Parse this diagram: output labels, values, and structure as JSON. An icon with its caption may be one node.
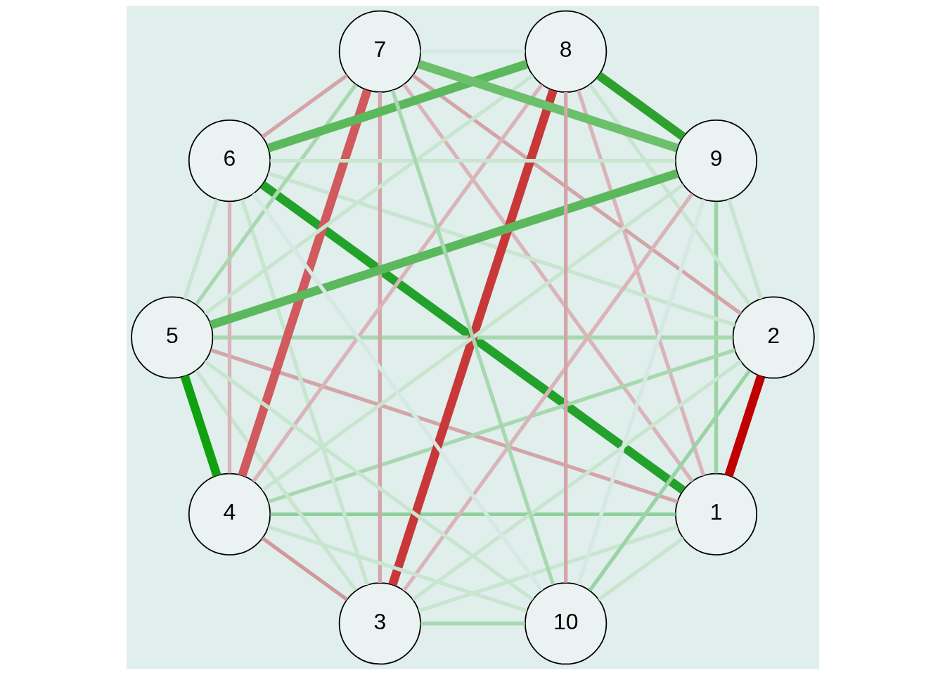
{
  "diagram": {
    "nodes": [
      {
        "text": [
          "1"
        ]
      },
      {
        "text": [
          "2"
        ]
      },
      {
        "text": [
          "3"
        ]
      },
      {
        "text": [
          "4"
        ]
      },
      {
        "text": [
          "5"
        ]
      },
      {
        "text": [
          "6"
        ]
      },
      {
        "text": [
          "7"
        ]
      },
      {
        "text": [
          "8"
        ]
      },
      {
        "text": [
          "9"
        ]
      },
      {
        "text": [
          "10"
        ]
      }
    ],
    "edges": [
      {
        "from": 0,
        "to": 1,
        "arrow": "none",
        "style": "thick",
        "color": "#c00000"
      },
      {
        "from": 0,
        "to": 2,
        "arrow": "none",
        "color": "#c8e6cf"
      },
      {
        "from": 0,
        "to": 3,
        "arrow": "none",
        "color": "#8fd19e"
      },
      {
        "from": 0,
        "to": 4,
        "arrow": "none",
        "color": "#d4a5a8"
      },
      {
        "from": 0,
        "to": 5,
        "arrow": "none",
        "style": "thick",
        "color": "#22a22a"
      },
      {
        "from": 0,
        "to": 6,
        "arrow": "none",
        "color": "#dab4b8"
      },
      {
        "from": 0,
        "to": 7,
        "arrow": "none",
        "color": "#dab4b8"
      },
      {
        "from": 0,
        "to": 8,
        "arrow": "none",
        "color": "#9ad4a4"
      },
      {
        "from": 0,
        "to": 9,
        "arrow": "none",
        "color": "#c8e6cf"
      },
      {
        "from": 1,
        "to": 2,
        "arrow": "none",
        "color": "#c8e6cf"
      },
      {
        "from": 1,
        "to": 3,
        "arrow": "none",
        "color": "#a8d8b0"
      },
      {
        "from": 1,
        "to": 4,
        "arrow": "none",
        "color": "#a8d8b0"
      },
      {
        "from": 1,
        "to": 5,
        "arrow": "none",
        "color": "#c8e6cf"
      },
      {
        "from": 1,
        "to": 6,
        "arrow": "none",
        "color": "#d4a5a8"
      },
      {
        "from": 1,
        "to": 7,
        "arrow": "none",
        "color": "#c8e6cf"
      },
      {
        "from": 1,
        "to": 8,
        "arrow": "none",
        "color": "#c8e6cf"
      },
      {
        "from": 1,
        "to": 9,
        "arrow": "none",
        "color": "#9ad4a4"
      },
      {
        "from": 2,
        "to": 3,
        "arrow": "none",
        "color": "#d09a9c"
      },
      {
        "from": 2,
        "to": 4,
        "arrow": "none",
        "color": "#c8e6cf"
      },
      {
        "from": 2,
        "to": 5,
        "arrow": "none",
        "color": "#c8e6cf"
      },
      {
        "from": 2,
        "to": 6,
        "arrow": "none",
        "color": "#d4a5a8"
      },
      {
        "from": 2,
        "to": 7,
        "arrow": "none",
        "style": "thick",
        "color": "#c83838"
      },
      {
        "from": 2,
        "to": 8,
        "arrow": "none",
        "color": "#dab4b8"
      },
      {
        "from": 2,
        "to": 9,
        "arrow": "none",
        "color": "#a8d8b0"
      },
      {
        "from": 3,
        "to": 4,
        "arrow": "none",
        "style": "thick",
        "color": "#10a010"
      },
      {
        "from": 3,
        "to": 5,
        "arrow": "none",
        "color": "#dab4b8"
      },
      {
        "from": 3,
        "to": 6,
        "arrow": "none",
        "style": "thick",
        "color": "#d05a5e"
      },
      {
        "from": 3,
        "to": 7,
        "arrow": "none",
        "color": "#dab4b8"
      },
      {
        "from": 3,
        "to": 8,
        "arrow": "none",
        "color": "#c8e6cf"
      },
      {
        "from": 3,
        "to": 9,
        "arrow": "none",
        "color": "#c8e6cf"
      },
      {
        "from": 4,
        "to": 5,
        "arrow": "none",
        "color": "#c8e6cf"
      },
      {
        "from": 4,
        "to": 6,
        "arrow": "none",
        "color": "#a8d8b0"
      },
      {
        "from": 4,
        "to": 7,
        "arrow": "none",
        "color": "#c8e6cf"
      },
      {
        "from": 4,
        "to": 8,
        "arrow": "none",
        "style": "thick",
        "color": "#5cb85c"
      },
      {
        "from": 4,
        "to": 9,
        "arrow": "none",
        "color": "#c8e6cf"
      },
      {
        "from": 5,
        "to": 6,
        "arrow": "none",
        "color": "#d4a5a8"
      },
      {
        "from": 5,
        "to": 7,
        "arrow": "none",
        "style": "thick",
        "color": "#5cb85c"
      },
      {
        "from": 5,
        "to": 8,
        "arrow": "none",
        "color": "#c8e6cf"
      },
      {
        "from": 5,
        "to": 9,
        "arrow": "none",
        "color": "#d6e8e4"
      },
      {
        "from": 6,
        "to": 7,
        "arrow": "none",
        "color": "#d6e8e4"
      },
      {
        "from": 6,
        "to": 8,
        "arrow": "none",
        "style": "thick",
        "color": "#6cc06c"
      },
      {
        "from": 6,
        "to": 9,
        "arrow": "none",
        "color": "#a8d8b0"
      },
      {
        "from": 7,
        "to": 8,
        "arrow": "none",
        "style": "thick",
        "color": "#2ea02e"
      },
      {
        "from": 7,
        "to": 9,
        "arrow": "none",
        "color": "#d4a5a8"
      },
      {
        "from": 8,
        "to": 9,
        "arrow": "none",
        "color": "#d6e8e4"
      }
    ]
  }
}
